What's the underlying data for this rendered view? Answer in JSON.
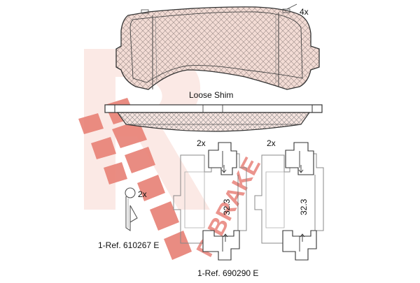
{
  "watermark": {
    "brand_text": "R BRAKE",
    "color": "#e0584c"
  },
  "pad": {
    "quantity_label": "4x"
  },
  "shim": {
    "label": "Loose Shim"
  },
  "small_clip": {
    "quantity_label": "2x",
    "reference": "1-Ref. 610267 E"
  },
  "clip_kit": {
    "left": {
      "quantity_label": "2x",
      "dimension": "32.3"
    },
    "right": {
      "quantity_label": "2x",
      "dimension": "32.3"
    },
    "reference": "1-Ref. 690290 E"
  },
  "colors": {
    "line": "#333333",
    "hatch_fill": "#f1d6cf",
    "line_light": "#666666"
  }
}
